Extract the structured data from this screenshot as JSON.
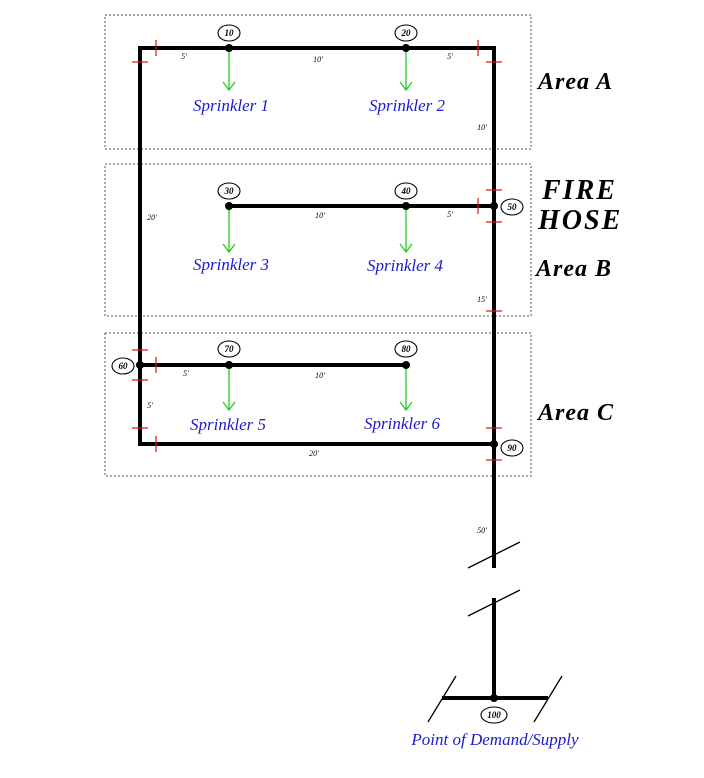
{
  "areas": [
    {
      "id": "a",
      "label": "Area A"
    },
    {
      "id": "b",
      "label": "Area B"
    },
    {
      "id": "c",
      "label": "Area C"
    }
  ],
  "fire_hose": {
    "line1": "FIRE",
    "line2": "HOSE"
  },
  "nodes": {
    "n10": "10",
    "n20": "20",
    "n30": "30",
    "n40": "40",
    "n50": "50",
    "n60": "60",
    "n70": "70",
    "n80": "80",
    "n90": "90",
    "n100": "100"
  },
  "sprinklers": [
    "Sprinkler 1",
    "Sprinkler 2",
    "Sprinkler 3",
    "Sprinkler 4",
    "Sprinkler 5",
    "Sprinkler 6"
  ],
  "dimensions": {
    "a_left": "5'",
    "a_mid": "10'",
    "a_right": "5'",
    "a_drop": "10'",
    "b_mid": "10'",
    "b_right": "5'",
    "left_riser": "20'",
    "b_drop": "15'",
    "c_left": "5'",
    "c_mid": "10'",
    "c_drop": "5'",
    "c_bottom": "20'",
    "supply": "50'"
  },
  "supply_label": "Point of Demand/Supply"
}
